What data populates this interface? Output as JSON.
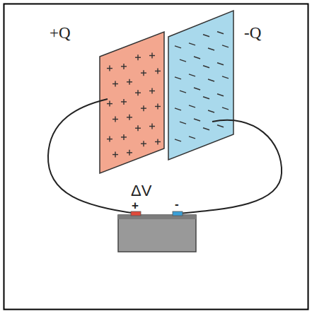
{
  "diagram": {
    "labels": [
      "+Q",
      "-Q",
      "ΔV",
      "+",
      "-"
    ]
  }
}
